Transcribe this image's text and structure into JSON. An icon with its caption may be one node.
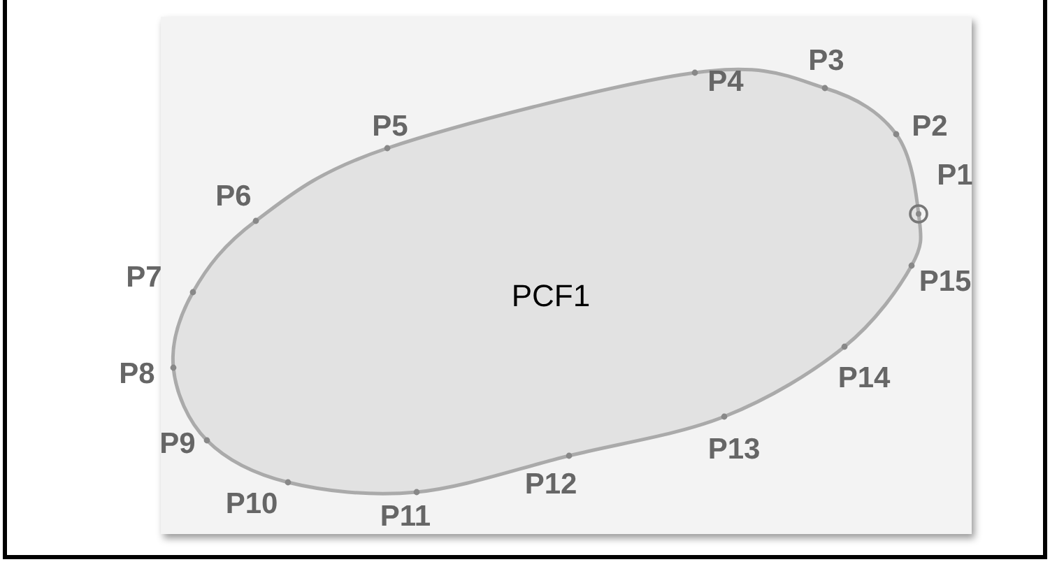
{
  "diagram": {
    "nodes": [
      {
        "text": [
          "PCF1"
        ]
      }
    ],
    "labels": [
      "P1",
      "P2",
      "P3",
      "P4",
      "P5",
      "P6",
      "P7",
      "P8",
      "P9",
      "P10",
      "P11",
      "P12",
      "P13",
      "P14",
      "P15"
    ]
  }
}
